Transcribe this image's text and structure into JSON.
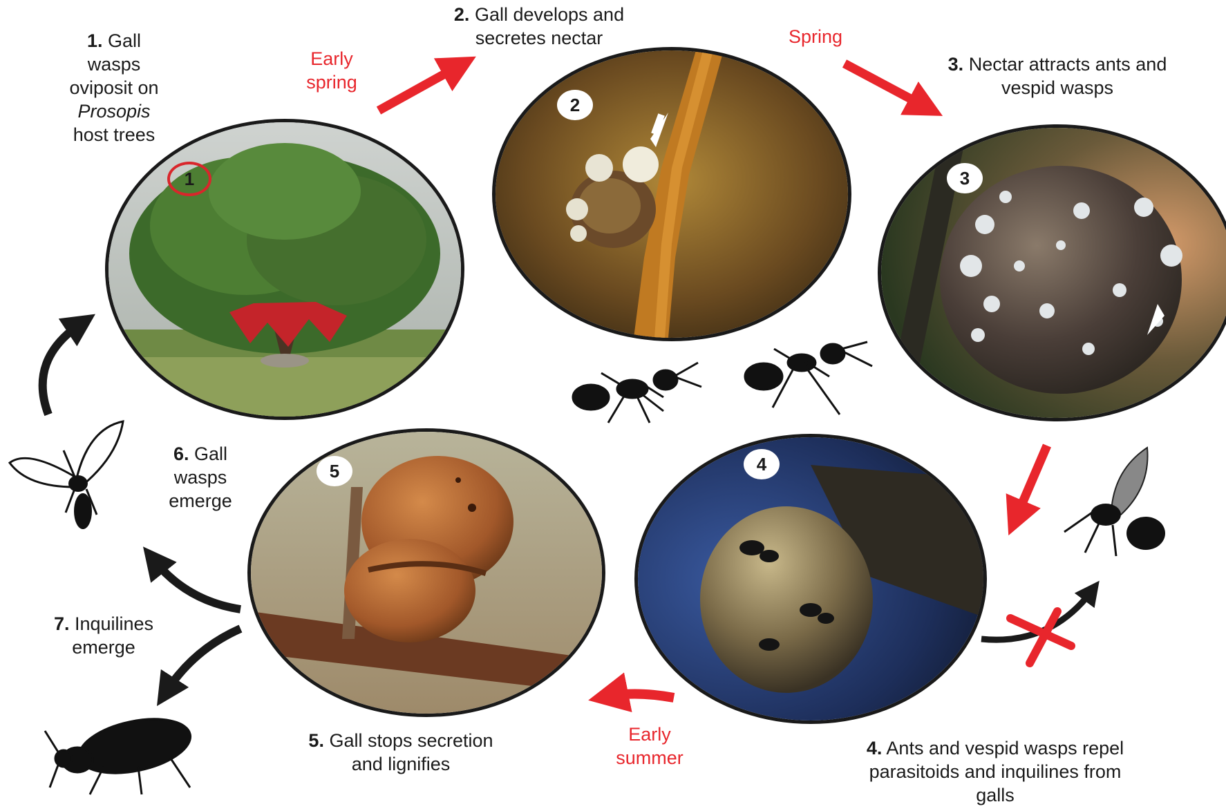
{
  "stages": [
    {
      "num": "1",
      "num_label": "1.",
      "text_lines": [
        "Gall",
        "wasps",
        "oviposit on"
      ],
      "italic": "Prosopis",
      "tail": "host trees"
    },
    {
      "num": "2",
      "num_label": "2.",
      "text_lines": [
        "Gall develops and",
        "secretes nectar"
      ]
    },
    {
      "num": "3",
      "num_label": "3.",
      "text_lines": [
        "Nectar attracts ants and",
        "vespid wasps"
      ]
    },
    {
      "num": "4",
      "num_label": "4.",
      "text_lines": [
        "Ants and vespid wasps repel",
        "parasitoids and inquilines from",
        "galls"
      ]
    },
    {
      "num": "5",
      "num_label": "5.",
      "text_lines": [
        "Gall stops secretion",
        "and lignifies"
      ]
    },
    {
      "num": "6",
      "num_label": "6.",
      "text_lines": [
        "Gall",
        "wasps",
        "emerge"
      ]
    },
    {
      "num": "7",
      "num_label": "7.",
      "text_lines": [
        "Inquilines",
        "emerge"
      ]
    }
  ],
  "seasons": {
    "early_spring": [
      "Early",
      "spring"
    ],
    "spring": "Spring",
    "early_summer": [
      "Early",
      "summer"
    ]
  },
  "colors": {
    "arrow_red": "#e8262c",
    "arrow_black": "#1a1a1a",
    "badge_ring": "#d9262b"
  }
}
